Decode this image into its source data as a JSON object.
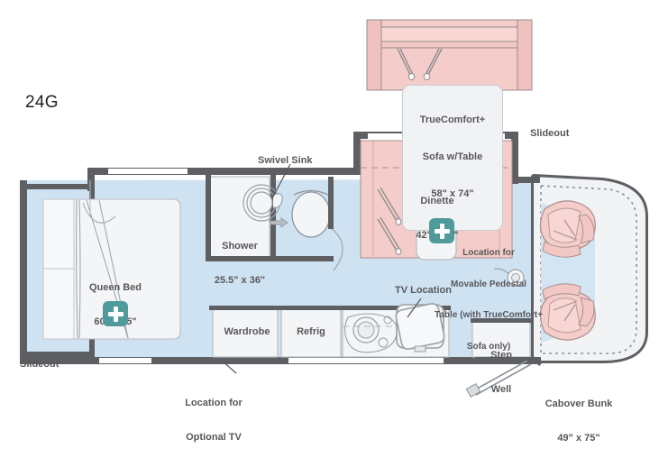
{
  "floorplan": {
    "model_label": "24G",
    "brand_colors": {
      "floor_blue": "#cfe2f2",
      "furniture_pink": "#f4ccc9",
      "wall_gray": "#5d5f63",
      "text_gray": "#58585b",
      "badge_teal": "#4f9a9a",
      "cabinet_white": "#f4f5f6"
    },
    "callouts": [
      {
        "name": "truecomfort-sofa",
        "lines": [
          "TrueComfort+",
          "Sofa w/Table",
          "58\" x 74\""
        ]
      }
    ],
    "room_labels": [
      {
        "name": "queen-bed",
        "lines": [
          "Queen Bed",
          "60\" x 75\""
        ]
      },
      {
        "name": "shower",
        "lines": [
          "Shower",
          "25.5\" x 36\""
        ]
      },
      {
        "name": "swivel-sink",
        "lines": [
          "Swivel Sink"
        ]
      },
      {
        "name": "dinette",
        "lines": [
          "Dinette",
          "42\" x 74\""
        ]
      },
      {
        "name": "wardrobe",
        "lines": [
          "Wardrobe"
        ]
      },
      {
        "name": "refrigerator",
        "lines": [
          "Refrig"
        ]
      },
      {
        "name": "tv-location",
        "lines": [
          "TV Location"
        ]
      },
      {
        "name": "step-well",
        "lines": [
          "Step",
          "Well"
        ]
      },
      {
        "name": "cabover-bunk",
        "lines": [
          "Cabover Bunk",
          "49\" x 75\""
        ]
      },
      {
        "name": "optional-tv",
        "lines": [
          "Location for",
          "Optional TV"
        ]
      },
      {
        "name": "pedestal-table",
        "lines": [
          "Location for",
          "Movable Pedestal",
          "Table (with TrueComfort+",
          "Sofa only)"
        ]
      },
      {
        "name": "slideout-top",
        "lines": [
          "Slideout"
        ]
      },
      {
        "name": "slideout-bottom",
        "lines": [
          "Slideout"
        ]
      }
    ],
    "badges": [
      {
        "name": "queen-bed-option-badge",
        "icon": "plus-icon"
      },
      {
        "name": "pedestal-table-option-badge",
        "icon": "plus-icon"
      }
    ]
  }
}
